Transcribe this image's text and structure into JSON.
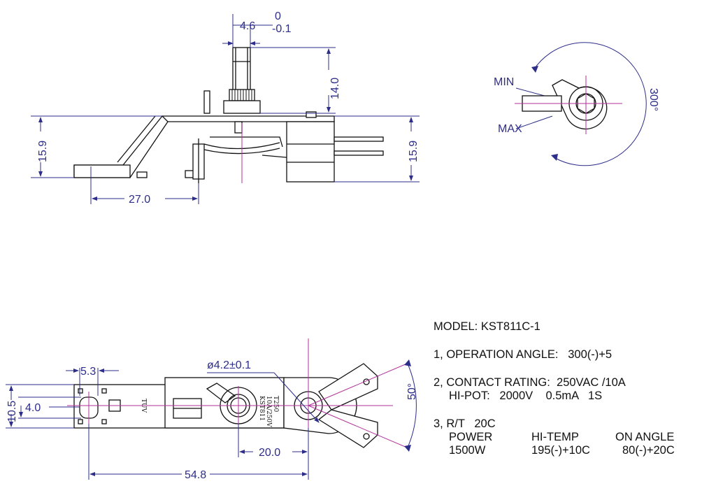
{
  "top_view": {
    "dim_shaft_dia": "4.6",
    "dim_shaft_tol_upper": "0",
    "dim_shaft_tol_lower": "-0.1",
    "dim_shaft_height": "14.0",
    "dim_left_height": "15.9",
    "dim_right_height": "15.9",
    "dim_bracket_length": "27.0"
  },
  "dial_view": {
    "label_min": "MIN",
    "label_max": "MAX",
    "label_range": "300°"
  },
  "bottom_view": {
    "dim_slot_width": "5.3",
    "dim_hole_dia": "4.0",
    "dim_plate_width": "10.5",
    "dim_center_hole": "ø4.2±0.1",
    "dim_hole_spacing": "20.0",
    "dim_total_length": "54.8",
    "dim_terminal_angle": "50°",
    "stamp_tuv": "TUV",
    "stamp_model": "KST811",
    "stamp_rating": "10A/250V",
    "stamp_t": "T250"
  },
  "specs": {
    "model": "MODEL: KST811C-1",
    "operation_angle": "1, OPERATION ANGLE:   300(-)+5",
    "contact_rating": "2, CONTACT RATING:  250VAC /10A",
    "hipot": "HI-POT:   2000V    0.5mA   1S",
    "rt": "3, R/T   20C",
    "table_headers": [
      "POWER",
      "HI-TEMP",
      "ON ANGLE"
    ],
    "table_values": [
      "1500W",
      "195(-)+10C",
      "80(-)+20C"
    ]
  }
}
